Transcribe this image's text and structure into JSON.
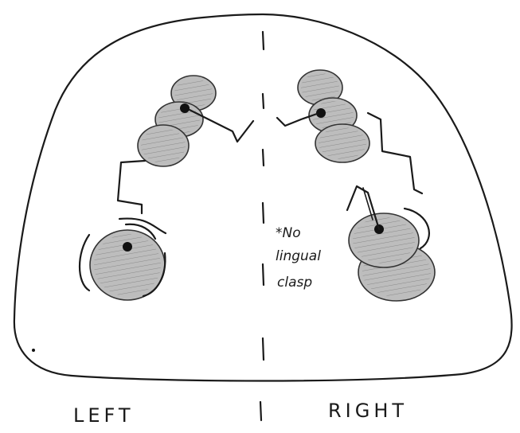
{
  "labels": {
    "left": "LEFT",
    "right": "RIGHT",
    "note_line1": "*No",
    "note_line2": "lingual",
    "note_line3": "clasp"
  },
  "colors": {
    "ink": "#1a1a1a",
    "tooth_fill": "#bdbdbd",
    "background": "#ffffff"
  }
}
